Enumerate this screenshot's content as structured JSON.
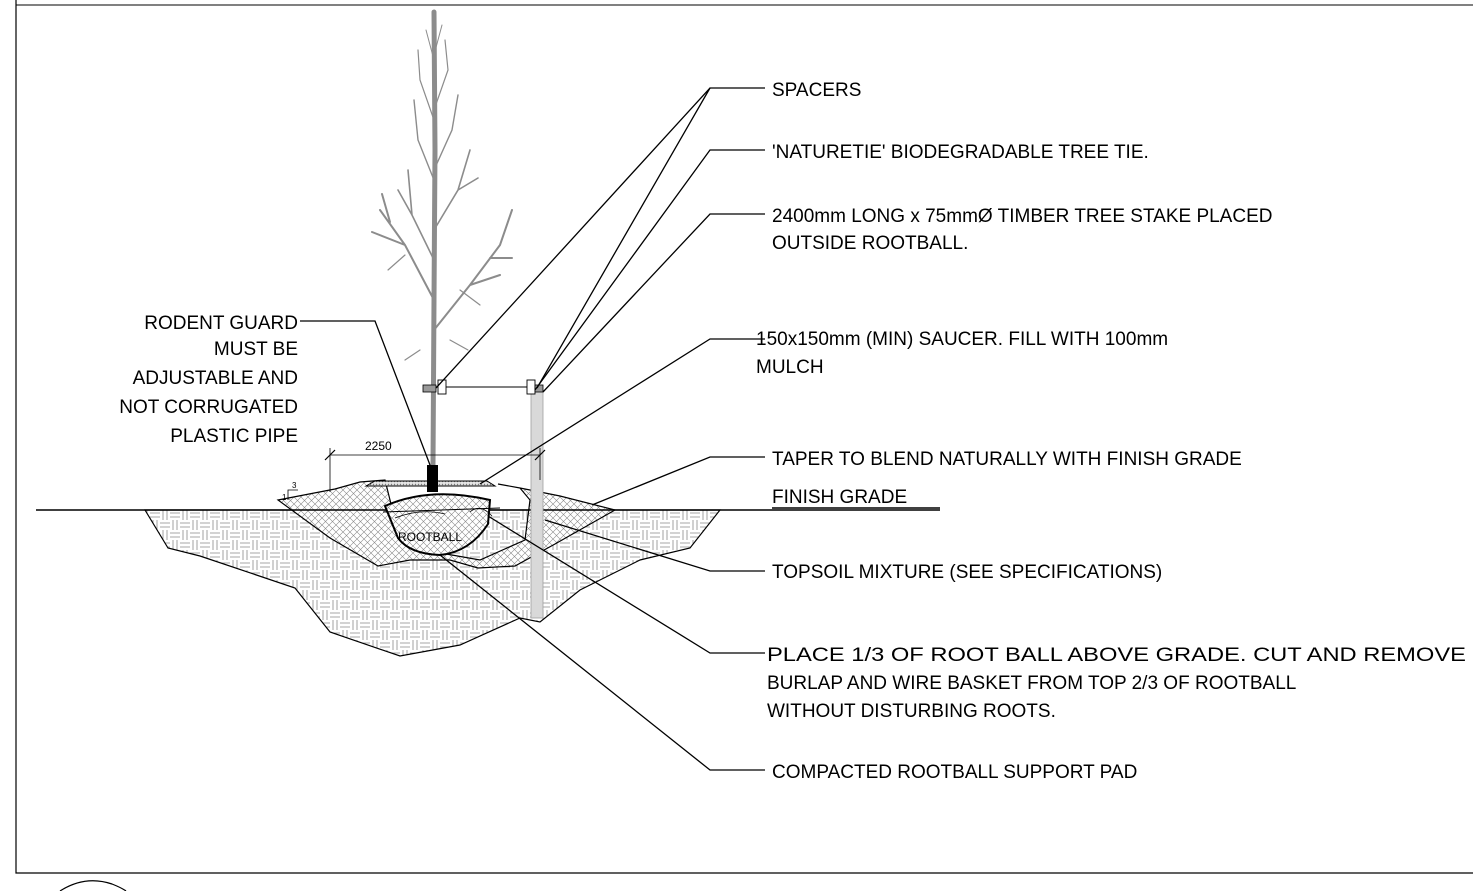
{
  "labels": {
    "spacers": "SPACERS",
    "tree_tie": "'NATURETIE' BIODEGRADABLE TREE TIE.",
    "stake_line1": "2400mm LONG x 75mmØ TIMBER TREE STAKE PLACED",
    "stake_line2": "OUTSIDE ROOTBALL.",
    "saucer_line1": "150x150mm (MIN) SAUCER. FILL WITH 100mm",
    "saucer_line2": "MULCH",
    "taper": "TAPER TO BLEND NATURALLY WITH FINISH GRADE",
    "finish_grade": "FINISH GRADE",
    "topsoil": "TOPSOIL MIXTURE (SEE SPECIFICATIONS)",
    "rootball_line1": "PLACE 1/3 OF ROOT BALL ABOVE GRADE. CUT AND REMOVE",
    "rootball_line2": "BURLAP AND WIRE BASKET FROM TOP 2/3 OF ROOTBALL",
    "rootball_line3": "WITHOUT DISTURBING ROOTS.",
    "support_pad": "COMPACTED ROOTBALL SUPPORT PAD",
    "rodent_line1": "RODENT GUARD",
    "rodent_line2": "MUST BE",
    "rodent_line3": "ADJUSTABLE AND",
    "rodent_line4": "NOT CORRUGATED",
    "rodent_line5": "PLASTIC PIPE",
    "dimension": "2250",
    "rootball_tag": "ROOTBALL",
    "slope_run": "3",
    "slope_rise": "1"
  },
  "colors": {
    "line": "#000000",
    "tree": "#8c8c8c",
    "stake": "#d9d9d9",
    "soil_hatch": "#808080",
    "rodent_guard": "#000000"
  }
}
